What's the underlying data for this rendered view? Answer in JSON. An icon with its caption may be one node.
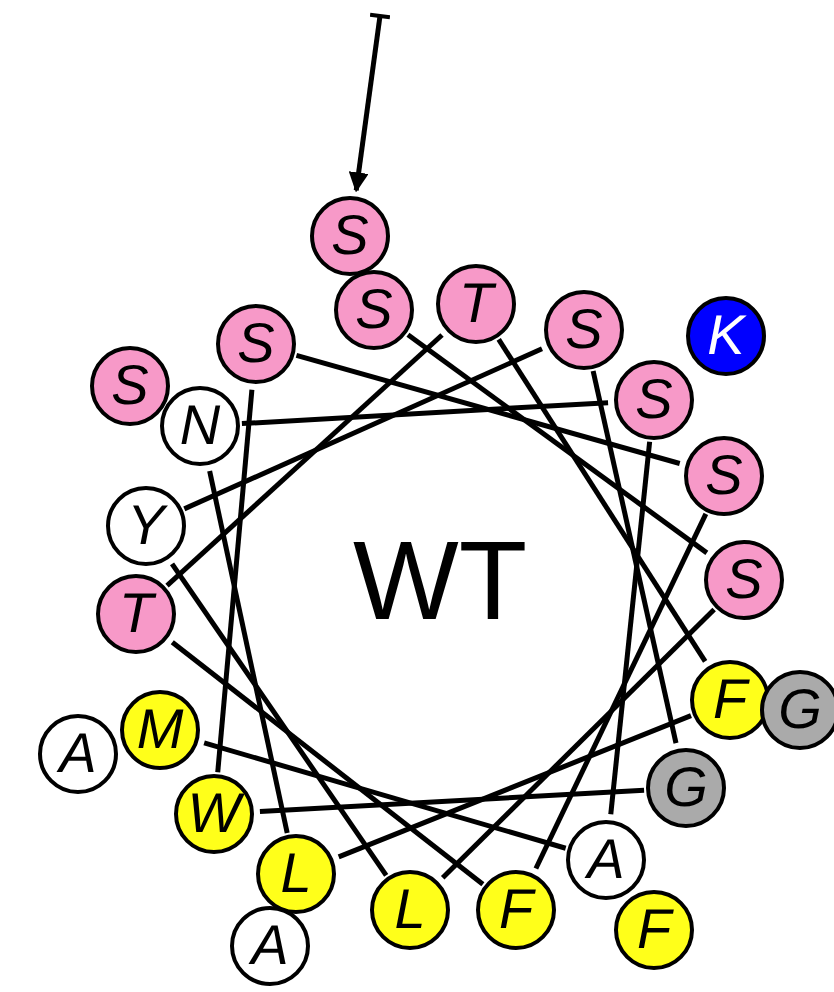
{
  "diagram": {
    "nodes": [
      {
        "text": [
          "S"
        ]
      },
      {
        "text": [
          "S"
        ]
      },
      {
        "text": [
          "L"
        ]
      },
      {
        "text": [
          "Y"
        ]
      },
      {
        "text": [
          "S"
        ]
      },
      {
        "text": [
          "G"
        ]
      },
      {
        "text": [
          "W"
        ]
      },
      {
        "text": [
          "S"
        ]
      },
      {
        "text": [
          "S"
        ]
      },
      {
        "text": [
          "F"
        ]
      },
      {
        "text": [
          "T"
        ]
      },
      {
        "text": [
          "T"
        ]
      },
      {
        "text": [
          "F"
        ]
      },
      {
        "text": [
          "L"
        ]
      },
      {
        "text": [
          "N"
        ]
      },
      {
        "text": [
          "S"
        ]
      },
      {
        "text": [
          "A"
        ]
      },
      {
        "text": [
          "M"
        ]
      },
      {
        "text": [
          "S"
        ]
      },
      {
        "text": [
          "G"
        ]
      },
      {
        "text": [
          "A"
        ]
      },
      {
        "text": [
          "S"
        ]
      },
      {
        "text": [
          "K"
        ]
      },
      {
        "text": [
          "F"
        ]
      },
      {
        "text": [
          "A"
        ]
      },
      {
        "text": [
          "WT"
        ]
      }
    ],
    "edges": [
      {
        "from": 0,
        "to": 1,
        "arrow": "none"
      },
      {
        "from": 1,
        "to": 2,
        "arrow": "none"
      },
      {
        "from": 2,
        "to": 3,
        "arrow": "none"
      },
      {
        "from": 3,
        "to": 4,
        "arrow": "none"
      },
      {
        "from": 4,
        "to": 5,
        "arrow": "none"
      },
      {
        "from": 5,
        "to": 6,
        "arrow": "none"
      },
      {
        "from": 6,
        "to": 7,
        "arrow": "none"
      },
      {
        "from": 7,
        "to": 8,
        "arrow": "none"
      },
      {
        "from": 8,
        "to": 9,
        "arrow": "none"
      },
      {
        "from": 9,
        "to": 10,
        "arrow": "none"
      },
      {
        "from": 10,
        "to": 11,
        "arrow": "none"
      },
      {
        "from": 11,
        "to": 12,
        "arrow": "none"
      },
      {
        "from": 12,
        "to": 13,
        "arrow": "none"
      },
      {
        "from": 13,
        "to": 14,
        "arrow": "none"
      },
      {
        "from": 14,
        "to": 15,
        "arrow": "none"
      },
      {
        "from": 15,
        "to": 16,
        "arrow": "none"
      },
      {
        "from": 16,
        "to": 17,
        "arrow": "none"
      },
      {
        "from": null,
        "to": 18,
        "arrow": "to"
      }
    ]
  }
}
